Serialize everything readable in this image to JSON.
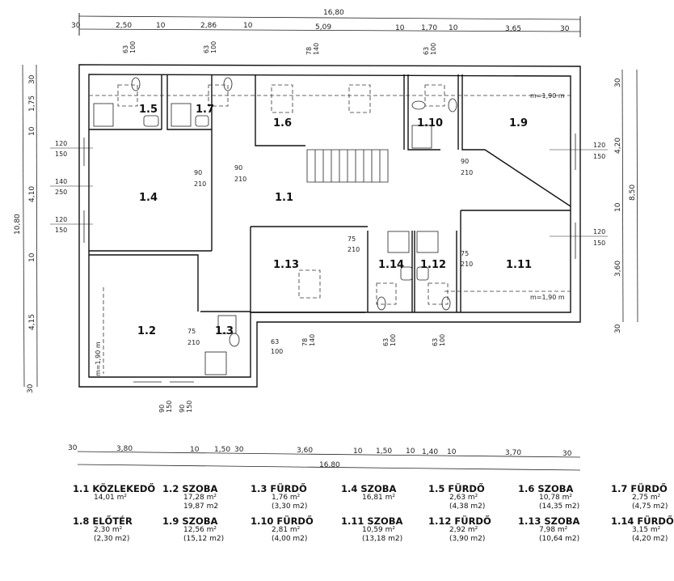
{
  "dimensions": {
    "top_total": "16,80",
    "top": [
      "30",
      "2,50",
      "10",
      "2,86",
      "10",
      "5,09",
      "10",
      "1,70",
      "10",
      "3,65",
      "30"
    ],
    "bottom_total": "16,80",
    "bottom": [
      "30",
      "3,80",
      "10",
      "1,50",
      "30",
      "3,60",
      "10",
      "1,50",
      "10",
      "1,40",
      "10",
      "3,70",
      "30"
    ],
    "left_total": "10,80",
    "left": [
      "30",
      "1,75",
      "10",
      "4,10",
      "10",
      "4,15",
      "30"
    ],
    "right_total": "8,50",
    "right": [
      "30",
      "4,20",
      "10",
      "3,60",
      "30"
    ]
  },
  "rooms": {
    "r1_1": "1.1",
    "r1_2": "1.2",
    "r1_3": "1.3",
    "r1_4": "1.4",
    "r1_5": "1.5",
    "r1_6": "1.6",
    "r1_7": "1.7",
    "r1_9": "1.9",
    "r1_10": "1.10",
    "r1_11": "1.11",
    "r1_12": "1.12",
    "r1_13": "1.13",
    "r1_14": "1.14"
  },
  "annotations": {
    "w63": "63",
    "w100": "100",
    "w78": "78",
    "w140": "140",
    "w120": "120",
    "w150": "150",
    "w250": "250",
    "d90": "90",
    "d75": "75",
    "d210": "210",
    "height": "m=1,90 m"
  },
  "legend": [
    {
      "title": "1.1 KÖZLEKEDŐ",
      "area": "14,01 m²",
      "gross": ""
    },
    {
      "title": "1.2 SZOBA",
      "area": "17,28 m²",
      "gross": "19,87 m2"
    },
    {
      "title": "1.3 FÜRDŐ",
      "area": "1,76 m²",
      "gross": "(3,30 m2)"
    },
    {
      "title": "1.4 SZOBA",
      "area": "16,81 m²",
      "gross": ""
    },
    {
      "title": "1.5 FÜRDŐ",
      "area": "2,63 m²",
      "gross": "(4,38 m2)"
    },
    {
      "title": "1.6 SZOBA",
      "area": "10,78 m²",
      "gross": "(14,35 m2)"
    },
    {
      "title": "1.7 FÜRDŐ",
      "area": "2,75 m²",
      "gross": "(4,75 m2)"
    },
    {
      "title": "1.8 ELŐTÉR",
      "area": "2,30 m²",
      "gross": "(2,30 m2)"
    },
    {
      "title": "1.9 SZOBA",
      "area": "12,56 m²",
      "gross": "(15,12 m2)"
    },
    {
      "title": "1.10 FÜRDŐ",
      "area": "2,81 m²",
      "gross": "(4,00 m2)"
    },
    {
      "title": "1.11 SZOBA",
      "area": "10,59 m²",
      "gross": "(13,18 m2)"
    },
    {
      "title": "1.12 FÜRDŐ",
      "area": "2,92 m²",
      "gross": "(3,90 m2)"
    },
    {
      "title": "1.13 SZOBA",
      "area": "7,98 m²",
      "gross": "(10,64 m2)"
    },
    {
      "title": "1.14 FÜRDŐ",
      "area": "3,15 m²",
      "gross": "(4,20 m2)"
    }
  ]
}
